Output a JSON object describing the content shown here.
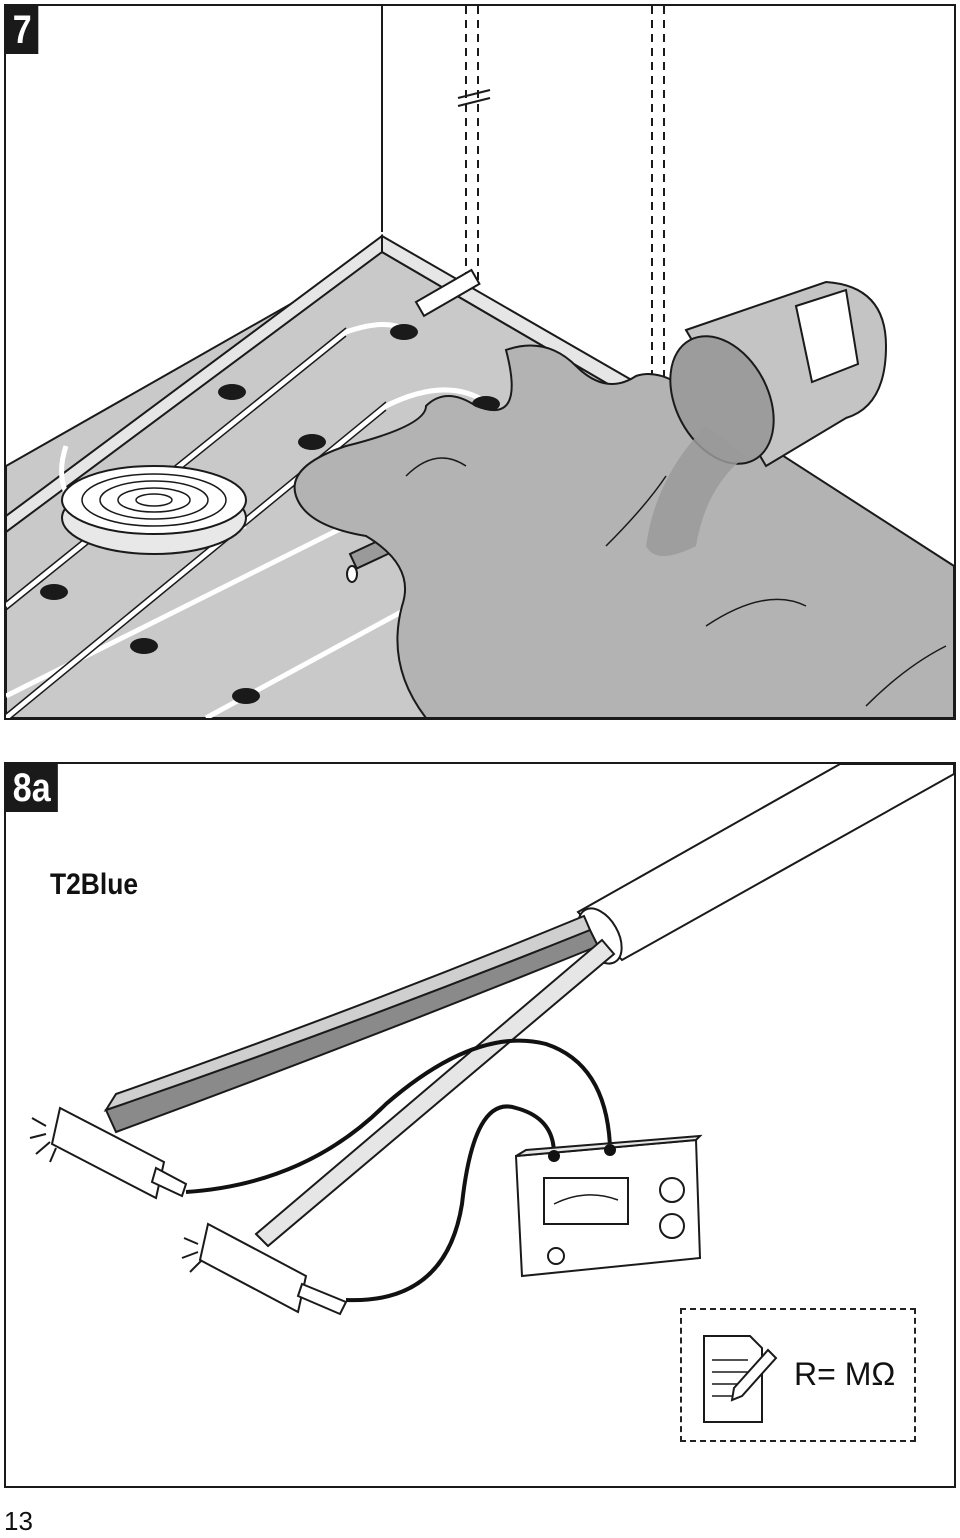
{
  "steps": {
    "step7": {
      "number": "7"
    },
    "step8a": {
      "number": "8a",
      "model": "T2Blue"
    }
  },
  "measurement": {
    "result_label": "R= MΩ"
  },
  "page": {
    "number": "13"
  },
  "colors": {
    "ink": "#1a1a1a",
    "floor": "#c9c9c9",
    "liquid": "#b3b3b3",
    "cable_dark": "#8a8a8a",
    "cable_light": "#d6d6d6"
  }
}
